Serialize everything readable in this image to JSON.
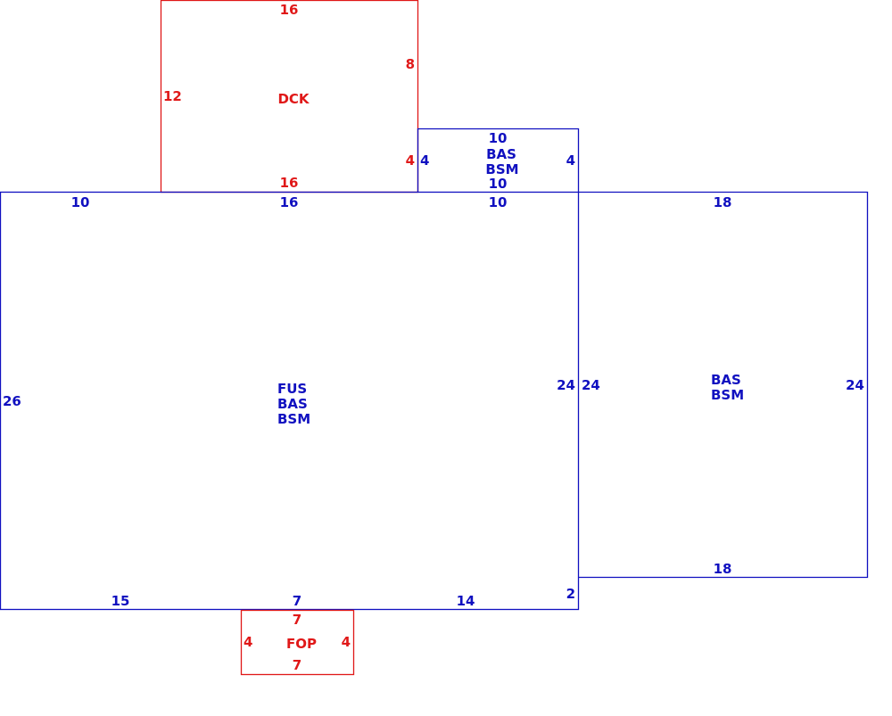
{
  "colors": {
    "living": "#1010c0",
    "exterior": "#e01818"
  },
  "areas": {
    "dck": {
      "codes": [
        "DCK"
      ],
      "dims": {
        "top": "16",
        "bottom": "16",
        "left": "12",
        "right_upper": "8",
        "right_lower": "4"
      }
    },
    "bas_small": {
      "codes": [
        "BAS",
        "BSM"
      ],
      "dims": {
        "top": "10",
        "bottom": "10",
        "left": "4",
        "right": "4"
      }
    },
    "main": {
      "codes": [
        "FUS",
        "BAS",
        "BSM"
      ],
      "dims": {
        "top_left": "10",
        "top_mid": "16",
        "top_right": "10",
        "left": "26",
        "right": "24",
        "bottom_left": "15",
        "bottom_mid": "7",
        "bottom_right": "14",
        "right_step": "2"
      }
    },
    "bas_right": {
      "codes": [
        "BAS",
        "BSM"
      ],
      "dims": {
        "top": "18",
        "bottom": "18",
        "left": "24",
        "right": "24"
      }
    },
    "fop": {
      "codes": [
        "FOP"
      ],
      "dims": {
        "top": "7",
        "bottom": "7",
        "left": "4",
        "right": "4"
      }
    }
  }
}
